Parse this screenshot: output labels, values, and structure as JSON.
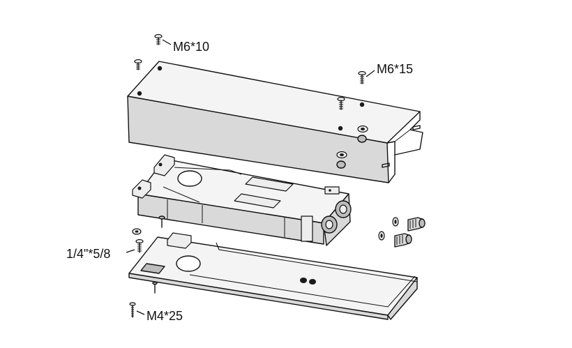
{
  "labels": {
    "m6_10": "M6*10",
    "m6_15": "M6*15",
    "quarter_inch": "1/4\"*5/8",
    "m4_25": "M4*25"
  },
  "colors": {
    "line": "#111111",
    "face_light": "#f4f4f4",
    "face_mid": "#d9d9d9",
    "face_dark": "#bdbdbd"
  }
}
